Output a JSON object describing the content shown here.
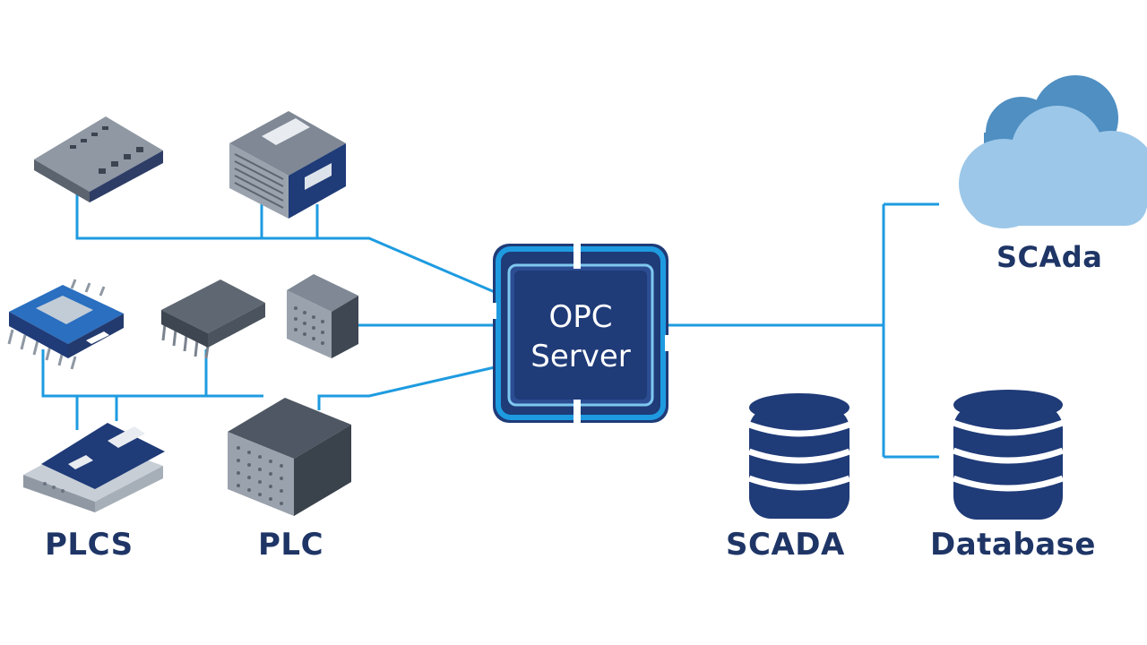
{
  "diagram": {
    "server": {
      "line1": "OPC",
      "line2": "Server"
    },
    "labels": {
      "plcs": "PLCS",
      "plc": "PLC",
      "scada": "SCADA",
      "database": "Database",
      "cloud": "SCAda"
    },
    "colors": {
      "navy": "#1f3b78",
      "navy_dark": "#162b58",
      "accent_blue": "#1e9be0",
      "device_grey": "#66707c",
      "device_grey_dark": "#454d57",
      "cloud_light": "#9cc7e8",
      "cloud_dark": "#4f8fc2",
      "label_text": "#1e3566"
    },
    "icons": [
      "switch-device-icon",
      "server-rack-icon",
      "plc-module-icon",
      "chip-device-icon",
      "cube-device-icon",
      "card-device-icon",
      "server-box-icon",
      "opc-server-icon",
      "cloud-icon",
      "database-icon"
    ]
  }
}
